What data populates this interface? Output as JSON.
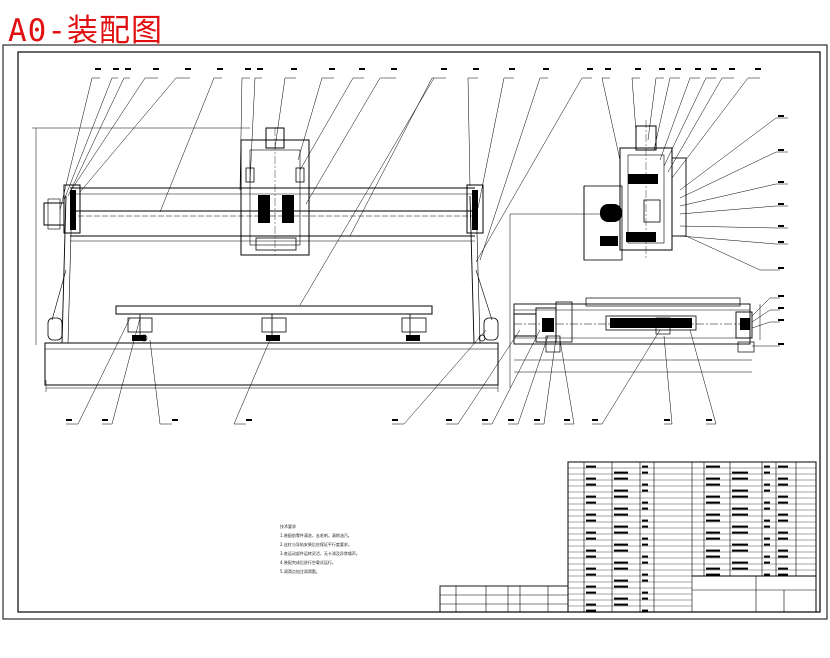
{
  "drawing": {
    "title": "A0-装配图"
  },
  "tech_notes": {
    "heading": "技术要求",
    "lines": [
      "1.装配前零件清洗，去毛刺，清除油污。",
      "2.丝杠与导轨安装后应保证平行度要求。",
      "3.各运动部件运转灵活，无卡滞及异常噪声。",
      "4.装配完成后进行空载试运行。",
      "5.润滑点加注润滑脂。"
    ]
  }
}
